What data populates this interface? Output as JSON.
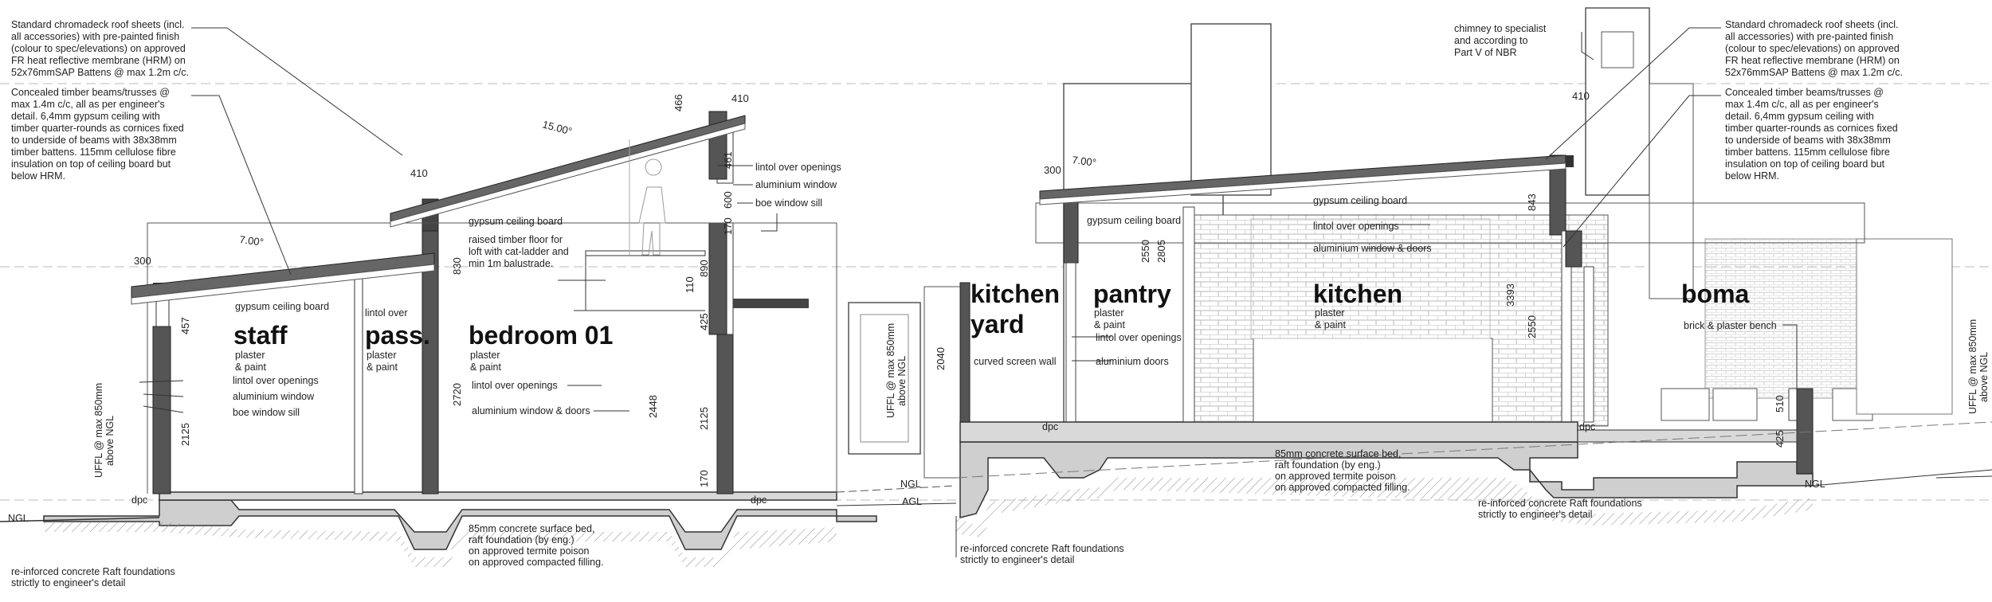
{
  "notes": {
    "left_roof": [
      "Standard chromadeck roof sheets (incl.",
      "all accessories) with pre-painted finish",
      "(colour to spec/elevations) on approved",
      "FR heat reflective membrane (HRM) on",
      "52x76mmSAP Battens @ max 1.2m c/c."
    ],
    "left_beams": [
      "Concealed timber beams/trusses @",
      "max 1.4m c/c, all as per engineer's",
      "detail. 6,4mm gypsum ceiling with",
      "timber quarter-rounds as cornices fixed",
      "to underside of beams with 38x38mm",
      "timber battens. 115mm cellulose fibre",
      "insulation on top of ceiling board but",
      "below HRM."
    ],
    "right_roof": [
      "Standard chromadeck roof sheets (incl.",
      "all accessories) with pre-painted finish",
      "(colour to spec/elevations) on approved",
      "FR heat reflective membrane (HRM) on",
      "52x76mmSAP Battens @ max 1.2m c/c."
    ],
    "right_beams": [
      "Concealed timber beams/trusses @",
      "max 1.4m c/c, all as per engineer's",
      "detail. 6,4mm gypsum ceiling with",
      "timber quarter-rounds as cornices fixed",
      "to underside of beams with 38x38mm",
      "timber battens. 115mm cellulose fibre",
      "insulation on top of ceiling board but",
      "below HRM."
    ],
    "chimney": [
      "chimney to specialist",
      "and according to",
      "Part V of NBR"
    ],
    "loft": [
      "raised timber floor for",
      "loft with cat-ladder and",
      "min 1m balustrade."
    ],
    "slab1": [
      "85mm concrete surface bed,",
      "raft foundation (by eng.)",
      "on approved termite poison",
      "on approved compacted filling."
    ],
    "slab2": [
      "85mm concrete surface bed,",
      "raft foundation (by eng.)",
      "on approved termite poison",
      "on approved compacted filling."
    ],
    "raft1": [
      "re-inforced concrete Raft foundations",
      "strictly to engineer's detail"
    ],
    "raft2": [
      "re-inforced concrete Raft foundations",
      "strictly to engineer's detail"
    ],
    "raft3": [
      "re-inforced concrete Raft foundations",
      "strictly to engineer's detail"
    ]
  },
  "labels": {
    "gypsum1": "gypsum ceiling board",
    "gypsum2": "gypsum ceiling board",
    "gypsum3": "gypsum ceiling board",
    "gypsum4": "gypsum ceiling board",
    "lintol_over": "lintol over",
    "lintol1": "lintol over openings",
    "alu1": "aluminium window",
    "sill1": "boe window sill",
    "lintol2": "lintol over openings",
    "alu2": "aluminium window",
    "sill2": "boe window sill",
    "lintol3": "lintol over openings",
    "alu_doors3": "aluminium window & doors",
    "lintol4": "lintol over openings",
    "alu_doors4": "aluminium doors",
    "lintol5": "lintol over openings",
    "alu_doors5": "aluminium window & doors",
    "curved": "curved screen wall",
    "brick_bench": "brick & plaster bench",
    "uffl1": [
      "UFFL @ max 850mm",
      "above NGL"
    ],
    "uffl2": [
      "UFFL @ max 850mm",
      "above NGL"
    ],
    "uffl3": [
      "UFFL @ max 850mm",
      "above NGL"
    ],
    "ngl": "NGL",
    "agl": "AGL",
    "dpc": "dpc"
  },
  "rooms": {
    "staff": "staff",
    "pass": "pass.",
    "bedroom": "bedroom 01",
    "kitchen_yard_1": "kitchen",
    "kitchen_yard_2": "yard",
    "pantry": "pantry",
    "kitchen": "kitchen",
    "boma": "boma",
    "finish": "plaster",
    "finish2": "& paint"
  },
  "dims": {
    "d300a": "300",
    "d410a": "410",
    "d466": "466",
    "d410b": "410",
    "d461": "461",
    "d600": "600",
    "d170a": "170",
    "d830": "830",
    "d890": "890",
    "d110": "110",
    "d425a": "425",
    "d2448": "2448",
    "d2125a": "2125",
    "d170b": "170",
    "d2720": "2720",
    "d457": "457",
    "d2125b": "2125",
    "d2040": "2040",
    "d300b": "300",
    "d410c": "410",
    "d2550a": "2550",
    "d2805": "2805",
    "d843": "843",
    "d3393": "3393",
    "d2550b": "2550",
    "d510": "510",
    "d425b": "425"
  },
  "angles": {
    "a15": "15.00°",
    "a7a": "7.00°",
    "a7b": "7.00°"
  }
}
